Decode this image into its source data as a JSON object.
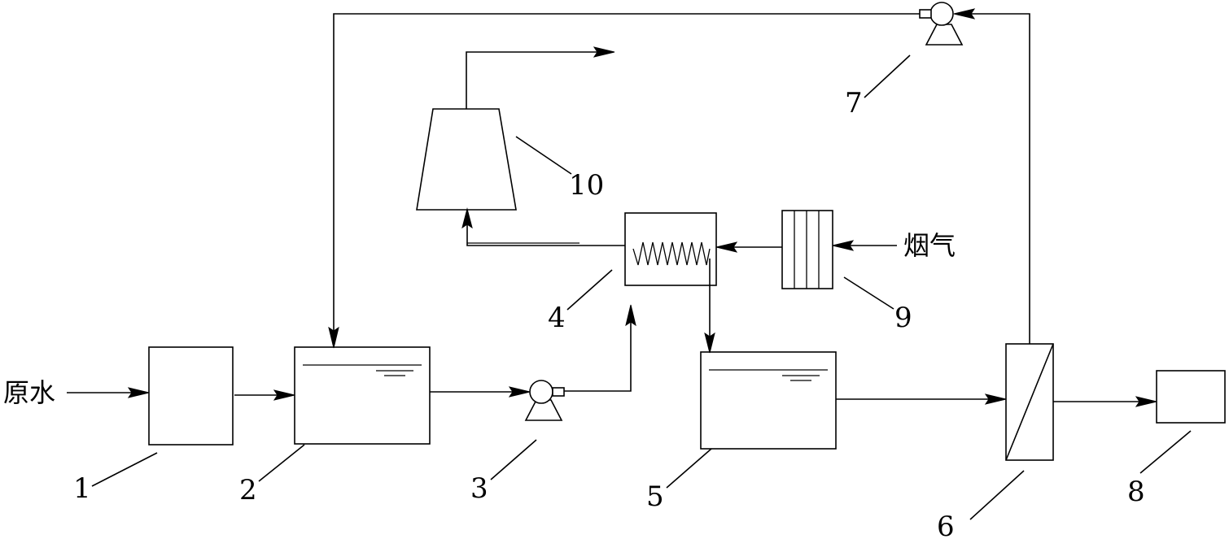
{
  "labels": {
    "raw_water": "原水",
    "flue_gas": "烟气",
    "n1": "1",
    "n2": "2",
    "n3": "3",
    "n4": "4",
    "n5": "5",
    "n6": "6",
    "n7": "7",
    "n8": "8",
    "n9": "9",
    "n10": "10"
  },
  "colors": {
    "stroke": "#000000",
    "background": "#ffffff"
  }
}
